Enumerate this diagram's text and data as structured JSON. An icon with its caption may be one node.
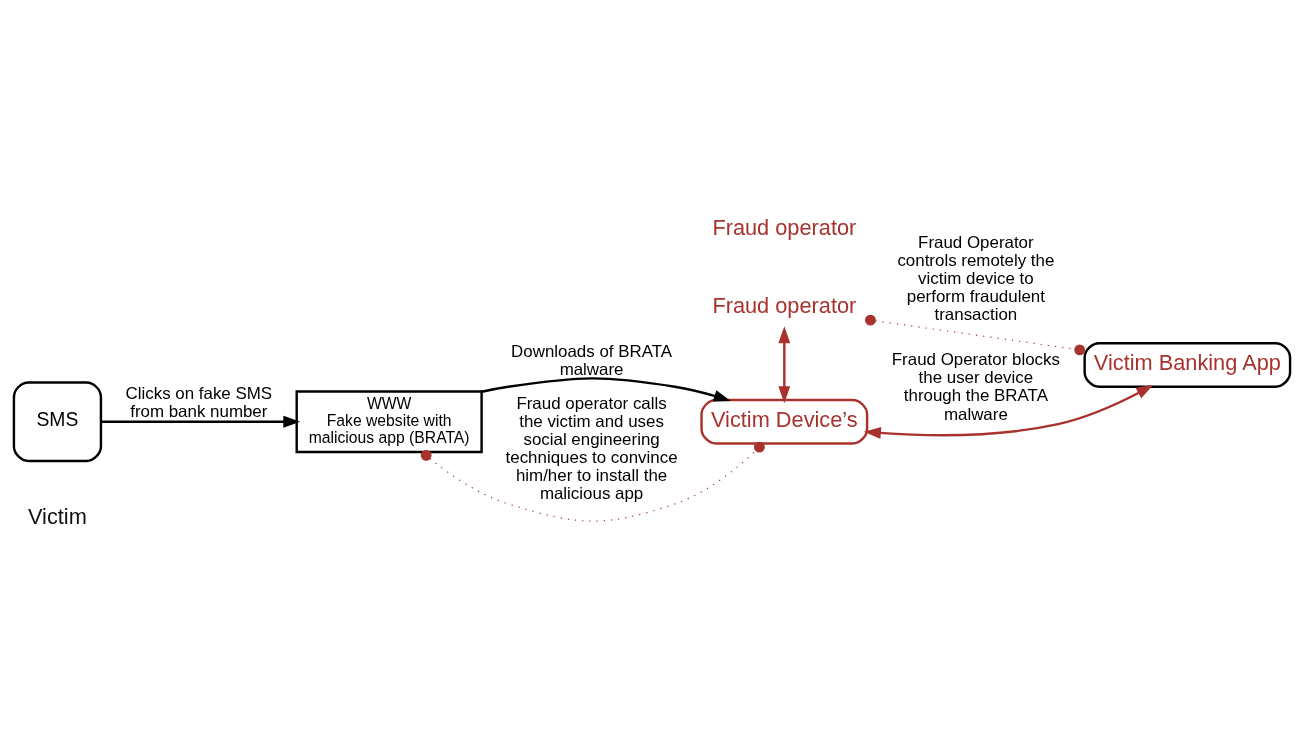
{
  "diagram": {
    "nodes": [
      {
        "text": [
          "Victim"
        ]
      },
      {
        "text": [
          "SMS"
        ]
      },
      {
        "text": [
          "WWW",
          "Fake website with malicious app (BRATA)"
        ]
      },
      {
        "text": [
          "Fraud operator"
        ]
      },
      {
        "text": [
          "Victim Device’s"
        ]
      },
      {
        "text": [
          "Victim Banking App"
        ]
      },
      {
        "text": [
          "Fraud operator"
        ]
      }
    ],
    "edges": [
      {
        "from": 1,
        "to": 2,
        "arrow": "to",
        "color": "#000000",
        "label": "Clicks on fake SMS from bank number"
      },
      {
        "from": 2,
        "to": 4,
        "arrow": "to",
        "color": "#000000",
        "label": "Downloads of BRATA malware"
      },
      {
        "from": 3,
        "to": 4,
        "arrow": "both",
        "color": "#a8322d"
      },
      {
        "from": 4,
        "to": 5,
        "arrow": "both",
        "color": "#a8322d",
        "label": "Fraud Operator blocks the user device through the BRATA malware"
      },
      {
        "from": 3,
        "to": 5,
        "arrow": "other",
        "style": "dashed",
        "color": "#a8322d",
        "label": "Fraud Operator controls remotely the victim device to perform fraudulent transaction"
      },
      {
        "from": 2,
        "to": 4,
        "arrow": "other",
        "style": "dashed",
        "color": "#a8322d",
        "label": "Fraud operator calls the victim and uses social engineering techniques to convince him/her to install the malicious app"
      }
    ]
  }
}
